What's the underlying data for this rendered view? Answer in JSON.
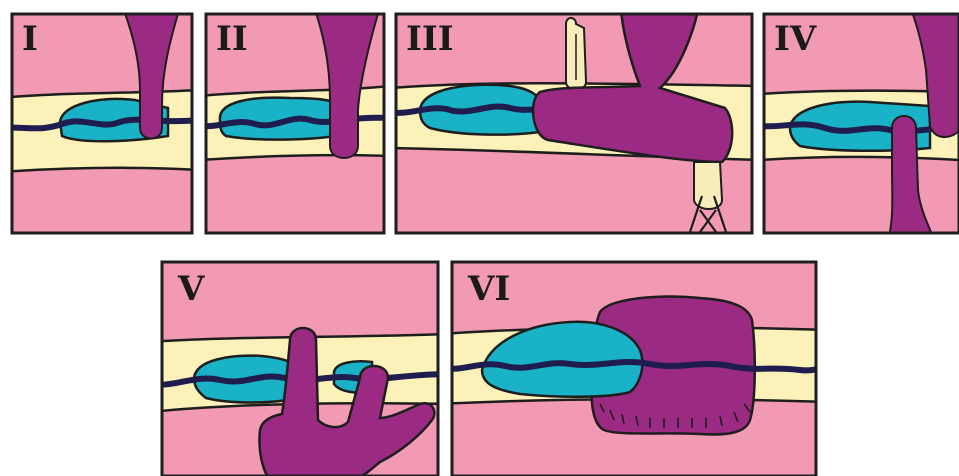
{
  "panels": [
    {
      "id": "I",
      "label": "I"
    },
    {
      "id": "II",
      "label": "II"
    },
    {
      "id": "III",
      "label": "III"
    },
    {
      "id": "IV",
      "label": "IV"
    },
    {
      "id": "V",
      "label": "V"
    },
    {
      "id": "VI",
      "label": "VI"
    }
  ],
  "colors": {
    "background": "#f29ab4",
    "band": "#fbf1b9",
    "sac": "#19b2c6",
    "nerve": "#1f1d4f",
    "mass": "#9b2a83",
    "instrument": "#f6edbb",
    "outline": "#1e1e1e"
  }
}
